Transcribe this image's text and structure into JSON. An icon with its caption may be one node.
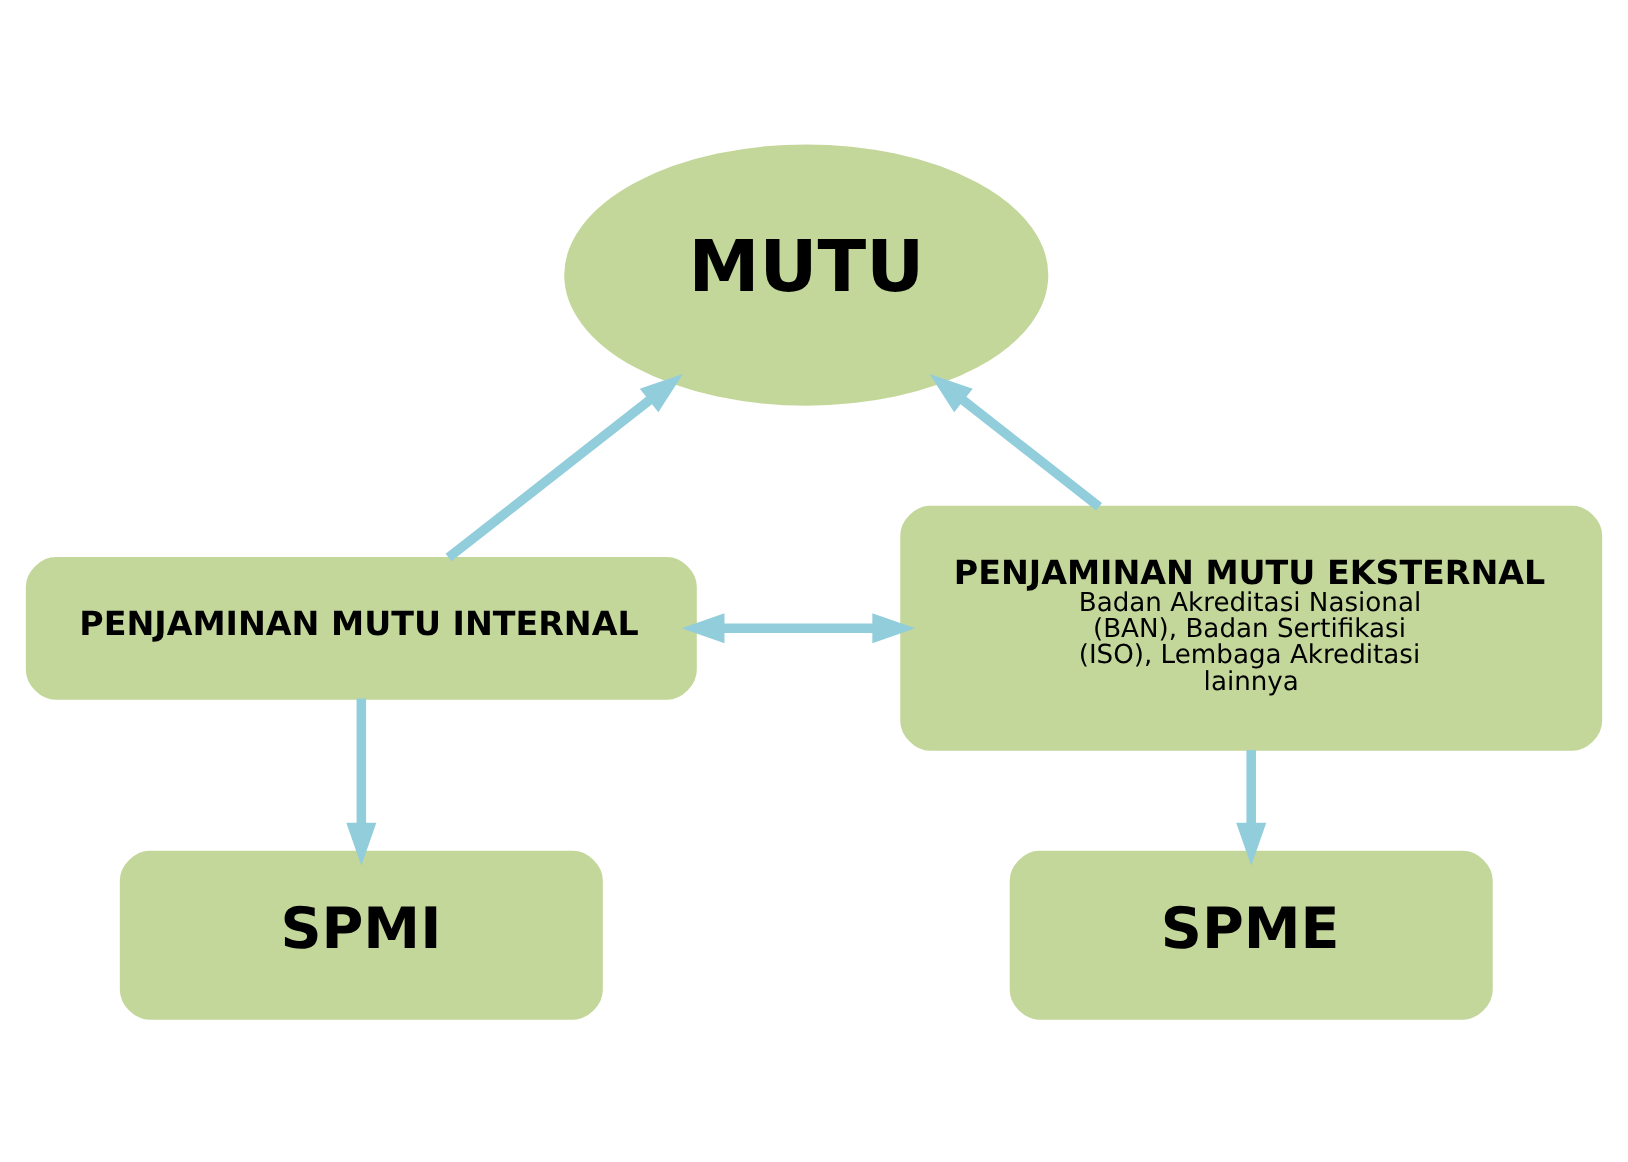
{
  "diagram": {
    "nodes": [
      {
        "text": [
          "MUTU"
        ]
      },
      {
        "text": [
          "PENJAMINAN MUTU INTERNAL"
        ]
      },
      {
        "text": [
          "PENJAMINAN MUTU EKSTERNAL",
          "Badan Akreditasi Nasional (BAN), Badan Sertifikasi (ISO), Lembaga Akreditasi lainnya"
        ]
      },
      {
        "text": [
          "SPMI"
        ]
      },
      {
        "text": [
          "SPME"
        ]
      }
    ],
    "edges": [
      {
        "from": 1,
        "to": 2,
        "arrow": "both"
      },
      {
        "from": 1,
        "to": 0,
        "arrow": "to"
      },
      {
        "from": 2,
        "to": 0,
        "arrow": "to"
      },
      {
        "from": 1,
        "to": 3,
        "arrow": "to"
      },
      {
        "from": 2,
        "to": 4,
        "arrow": "to"
      }
    ]
  }
}
